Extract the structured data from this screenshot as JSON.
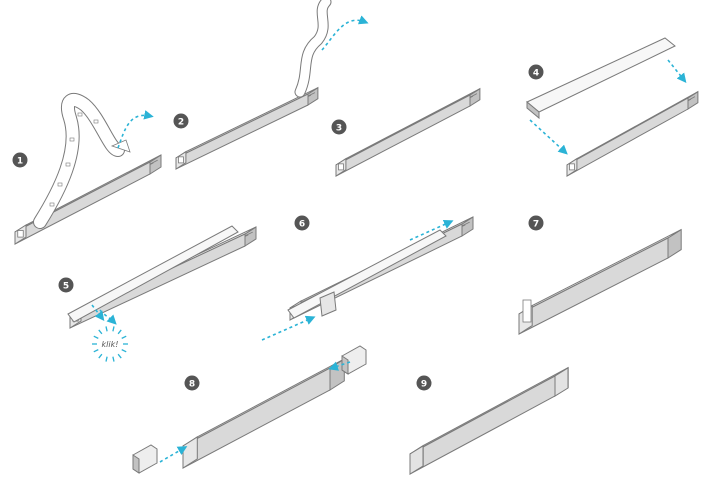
{
  "steps": [
    {
      "number": "1",
      "action": "strip-peeled-from-reel"
    },
    {
      "number": "2",
      "action": "strip-pressed-into-profile"
    },
    {
      "number": "3",
      "action": "strip-mounted"
    },
    {
      "number": "4",
      "action": "cover-snapped-on"
    },
    {
      "number": "5",
      "action": "cover-clicked-at-end"
    },
    {
      "number": "6",
      "action": "cover-slid-in"
    },
    {
      "number": "7",
      "action": "covered-profile"
    },
    {
      "number": "8",
      "action": "end-caps-attached"
    },
    {
      "number": "9",
      "action": "finished-profile"
    }
  ],
  "click_label": "klik!",
  "colors": {
    "outline": "#7a7a7a",
    "profile_fill": "#f1f1f1",
    "profile_face": "#d9d9d9",
    "profile_dark": "#c2c2c2",
    "cover_fill": "#f7f7f7",
    "led_strip": "#ffffff",
    "arrow": "#2bb3d6",
    "badge": "#555555"
  },
  "icons": {
    "arrow": "dotted-arrow-icon",
    "end_cap": "end-cap-icon",
    "click_burst": "click-burst-icon"
  }
}
